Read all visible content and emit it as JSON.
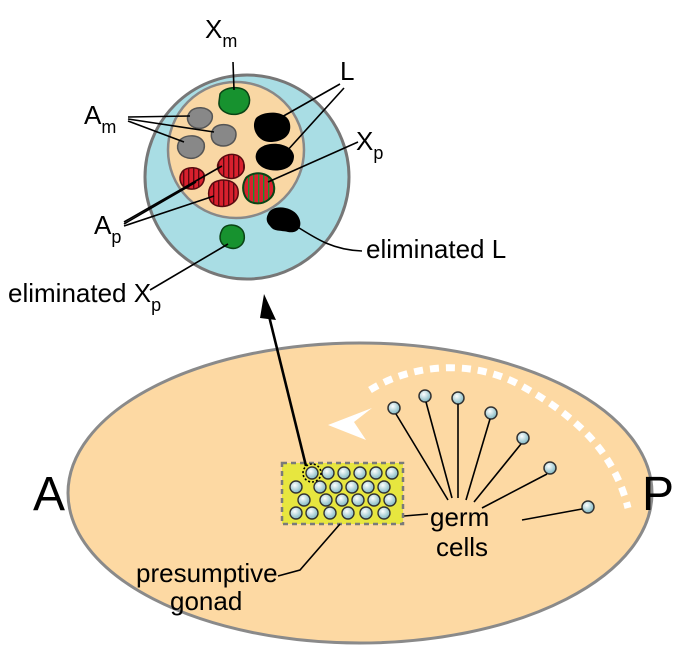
{
  "labels": {
    "xm_base": "X",
    "xm_sub": "m",
    "l": "L",
    "am_base": "A",
    "am_sub": "m",
    "xp_base": "X",
    "xp_sub": "p",
    "ap_base": "A",
    "ap_sub": "p",
    "elim_l": "eliminated L",
    "elim_xp_base": "eliminated X",
    "elim_xp_sub": "p",
    "anterior": "A",
    "posterior": "P",
    "germ_line1": "germ",
    "germ_line2": "cells",
    "gonad_line1": "presumptive",
    "gonad_line2": "gonad"
  },
  "colors": {
    "embryo_fill": "#fdd9a3",
    "nucleus_fill": "#f9d7a4",
    "cell_fill": "#a9dde4",
    "gonad_fill": "#e7e63f",
    "x_chromosome": "#17922f",
    "autosome_maternal": "#888888",
    "autosome_paternal": "#d9202e",
    "l_chromosome": "#000000",
    "germ_cell_fill": "#b8dde0"
  }
}
